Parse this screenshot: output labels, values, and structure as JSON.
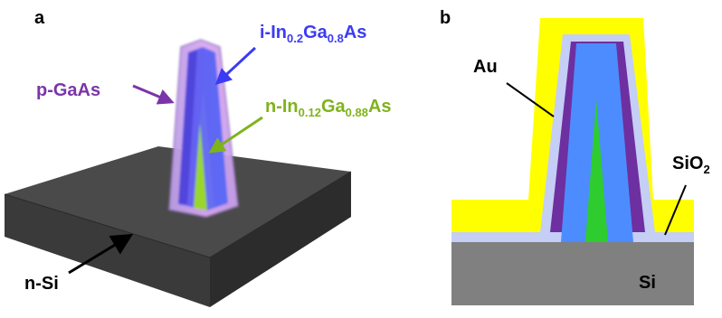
{
  "panel_a": {
    "letter": "a",
    "labels": {
      "p_gaas": "p-GaAs",
      "i_ingaas": {
        "prefix": "i-In",
        "sub1": "0.2",
        "mid": "Ga",
        "sub2": "0.8",
        "suffix": "As"
      },
      "n_ingaas": {
        "prefix": "n-In",
        "sub1": "0.12",
        "mid": "Ga",
        "sub2": "0.88",
        "suffix": "As"
      },
      "n_si": "n-Si"
    }
  },
  "panel_b": {
    "letter": "b",
    "labels": {
      "au": "Au",
      "sio2": {
        "prefix": "SiO",
        "sub": "2"
      },
      "si": "Si"
    }
  },
  "colors": {
    "p_gaas": "#7b35a8",
    "i_ingaas": "#3b3bf5",
    "n_ingaas": "#7fb31a",
    "au": "#ffff00",
    "sio2": "#c5cef5",
    "si": "#808080",
    "blue_core": "#4d8cff",
    "green_core": "#2ecc2e",
    "purple_shell": "#6e2fa0",
    "substrate": "#3a3a3a"
  }
}
